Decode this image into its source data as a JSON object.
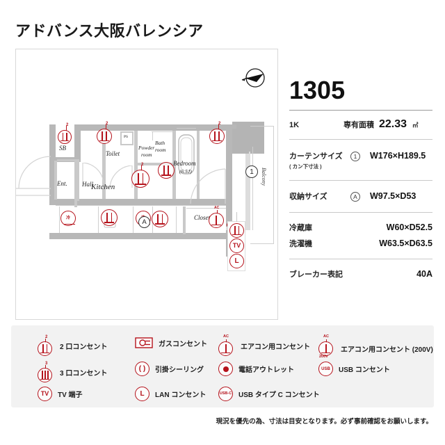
{
  "building": {
    "title": "アドバンス大阪バレンシア"
  },
  "info": {
    "room_number": "1305",
    "layout": "1K",
    "area_label": "専有面積",
    "area_value": "22.33",
    "area_unit": "㎡",
    "curtain": {
      "label": "カーテンサイズ",
      "sub": "( カン下寸法 )",
      "marker": "1",
      "value": "W176×H189.5"
    },
    "storage": {
      "label": "収納サイズ",
      "marker": "A",
      "value": "W97.5×D53"
    },
    "fridge": {
      "label": "冷蔵庫",
      "value": "W60×D52.5"
    },
    "washer": {
      "label": "洗濯機",
      "value": "W63.5×D63.5"
    },
    "breaker": {
      "label": "ブレーカー表記",
      "value": "40A"
    }
  },
  "plan": {
    "rooms": [
      {
        "name": "SB",
        "text": "SB"
      },
      {
        "name": "entrance",
        "text": "Ent."
      },
      {
        "name": "hall",
        "text": "Hall"
      },
      {
        "name": "toilet",
        "text": "Toilet"
      },
      {
        "name": "powder-room",
        "text": "Powder"
      },
      {
        "name": "powder-room2",
        "text": "room"
      },
      {
        "name": "bath-room",
        "text": "Bath"
      },
      {
        "name": "bath-room2",
        "text": "room"
      },
      {
        "name": "ps",
        "text": "PS"
      },
      {
        "name": "kitchen",
        "text": "Kitchen"
      },
      {
        "name": "closet",
        "text": "Closet"
      },
      {
        "name": "bedroom",
        "text": "Bedroom"
      },
      {
        "name": "bedroom-size",
        "text": "(6.5J)"
      },
      {
        "name": "balcony",
        "text": "Balcony"
      }
    ],
    "markers": {
      "curtain_point": "1",
      "storage_point": "A"
    },
    "compass": "north-arrow"
  },
  "legend": {
    "items": [
      {
        "icon": "outlet-2",
        "sup": "2",
        "label": "2 口コンセント"
      },
      {
        "icon": "outlet-3",
        "sup": "3",
        "label": "3 口コンセント"
      },
      {
        "icon": "tv-terminal",
        "sup": "",
        "label": "TV 端子"
      },
      {
        "icon": "gas-outlet",
        "sup": "",
        "label": "ガスコンセント"
      },
      {
        "icon": "ceiling-hook",
        "sup": "",
        "label": "引掛シーリング"
      },
      {
        "icon": "lan-outlet",
        "sup": "",
        "label": "LAN コンセント"
      },
      {
        "icon": "ac-outlet",
        "sup": "AC",
        "label": "エアコン用コンセント"
      },
      {
        "icon": "phone-outlet",
        "sup": "",
        "label": "電話アウトレット"
      },
      {
        "icon": "usb-c-outlet",
        "sup": "",
        "label": "USB タイプ C コンセント"
      },
      {
        "icon": "ac-outlet-200v",
        "sup": "AC",
        "sub": "200V",
        "label": "エアコン用コンセント (200V)"
      },
      {
        "icon": "usb-outlet",
        "sup": "",
        "label": "USB コンセント"
      }
    ],
    "tv_glyph": "TV",
    "lan_glyph": "L",
    "usb_glyph": "USB",
    "usbc_glyph": "USB-C"
  },
  "footer": {
    "note": "現況を優先の為、寸法は目安となります。必ず事前確認をお願いします。"
  },
  "colors": {
    "accent": "#b5121b",
    "wall": "#b8b8b8",
    "panel": "#f2f2f2",
    "text": "#1a1a1a"
  }
}
